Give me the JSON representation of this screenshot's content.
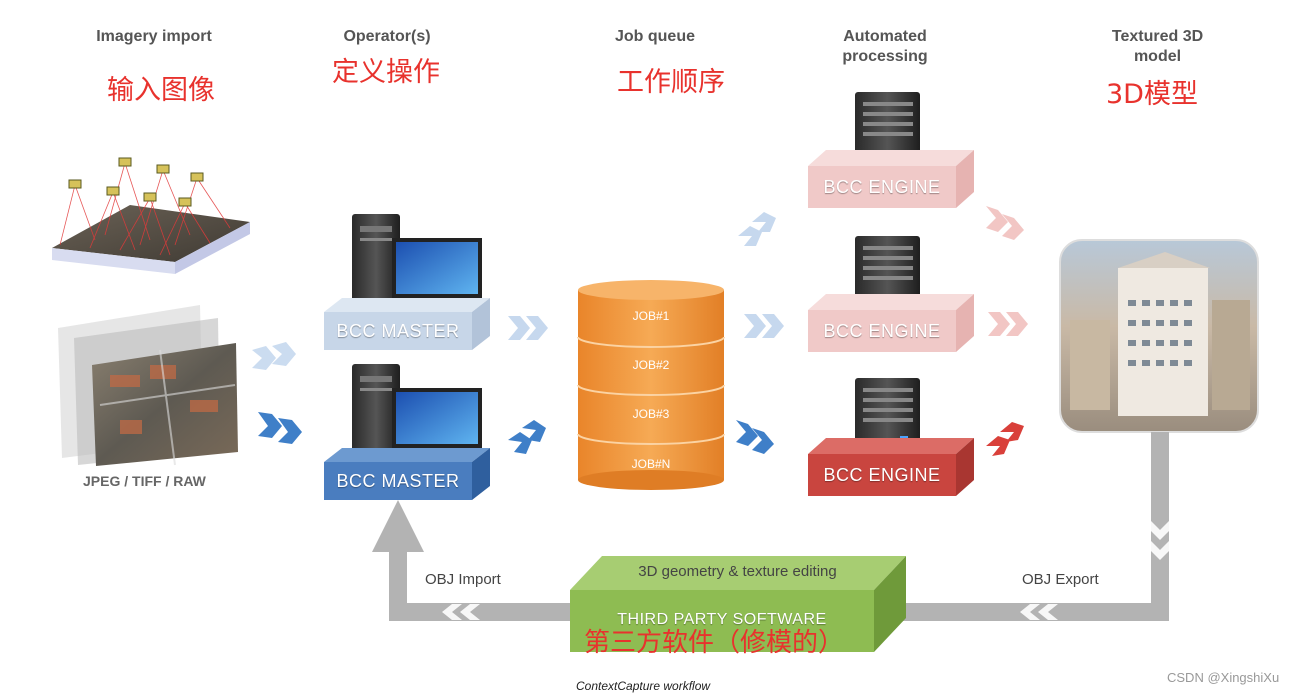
{
  "headers": {
    "imagery_import": "Imagery import",
    "operators": "Operator(s)",
    "job_queue": "Job queue",
    "automated_processing_1": "Automated",
    "automated_processing_2": "processing",
    "textured_model_1": "Textured 3D",
    "textured_model_2": "model"
  },
  "cn_labels": {
    "input_images": "输入图像",
    "define_operation": "定义操作",
    "work_order": "工作顺序",
    "model_3d": "3D模型",
    "third_party": "第三方软件（修模的）"
  },
  "formats": "JPEG / TIFF / RAW",
  "masters": [
    "BCC MASTER",
    "BCC MASTER"
  ],
  "engines": [
    "BCC ENGINE",
    "BCC ENGINE",
    "BCC ENGINE"
  ],
  "jobs": [
    "JOB#1",
    "JOB#2",
    "JOB#3",
    "JOB#N"
  ],
  "third_party": {
    "top_label": "3D geometry & texture editing",
    "front_label": "THIRD PARTY SOFTWARE"
  },
  "obj_import": "OBJ Import",
  "obj_export": "OBJ Export",
  "caption": "ContextCapture workflow",
  "watermark": "CSDN @XingshiXu",
  "colors": {
    "red_label": "#e8322d",
    "job_orange": "#f29a3a",
    "master_dark": "#4a7dbf",
    "master_light": "#c7d6e8",
    "engine_red": "#c9453f",
    "engine_light": "#f0c9c8",
    "third_party_green": "#8ebc52",
    "loop_gray": "#b3b3b3"
  }
}
